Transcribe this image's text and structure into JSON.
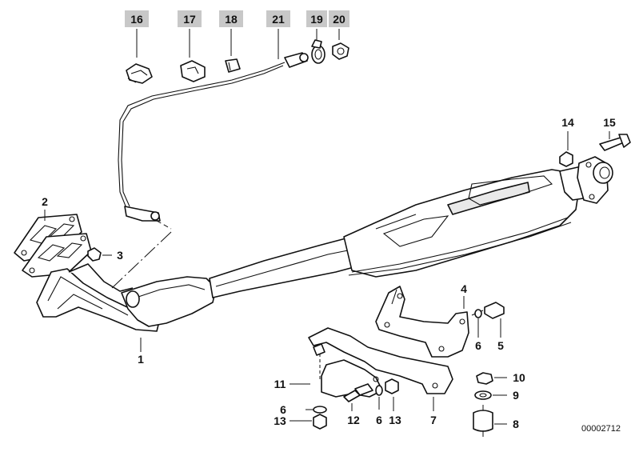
{
  "diagram": {
    "document_id": "00002712",
    "highlighted_labels": [
      "16",
      "17",
      "18",
      "21",
      "19",
      "20"
    ],
    "labels": [
      "1",
      "2",
      "3",
      "4",
      "5",
      "6",
      "6",
      "7",
      "8",
      "9",
      "10",
      "11",
      "12",
      "13",
      "13",
      "14",
      "15"
    ]
  }
}
